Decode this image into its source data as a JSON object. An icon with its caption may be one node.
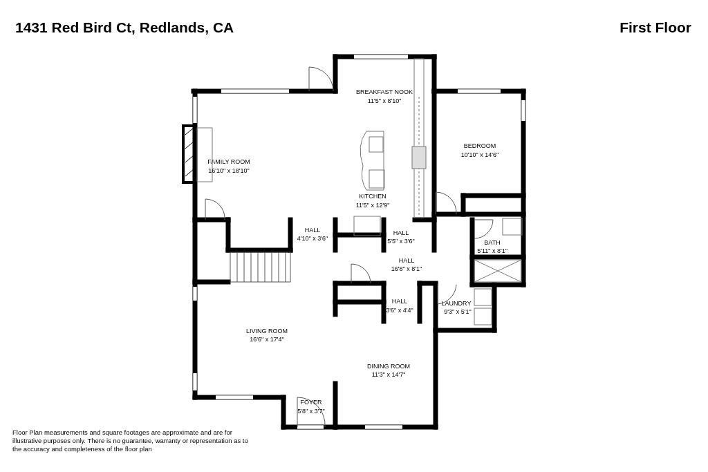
{
  "diagram": {
    "title": "1431 Red Bird Ct, Redlands, CA",
    "labels": [
      "First Floor",
      "BREAKFAST NOOK",
      "11'5\" x 8'10\"",
      "BEDROOM",
      "10'10\" x 14'6\"",
      "FAMILY ROOM",
      "16'10\" x 18'10\"",
      "KITCHEN",
      "11'5\" x 12'9\"",
      "HALL",
      "4'10\" x 3'6\"",
      "HALL",
      "5'5\" x 3'6\"",
      "BATH",
      "5'11\" x 8'1\"",
      "HALL",
      "16'8\" x 8'1\"",
      "HALL",
      "3'6\" x 4'4\"",
      "LAUNDRY",
      "9'3\" x 5'1\"",
      "LIVING ROOM",
      "16'6\" x 17'4\"",
      "DINING ROOM",
      "11'3\" x 14'7\"",
      "FOYER",
      "5'8\" x 3'7\"",
      "Floor Plan measurements and square footages are approximate and are for illustrative purposes only. There is no guarantee, warranty or representation as to the accuracy and completeness of the floor plan"
    ]
  }
}
